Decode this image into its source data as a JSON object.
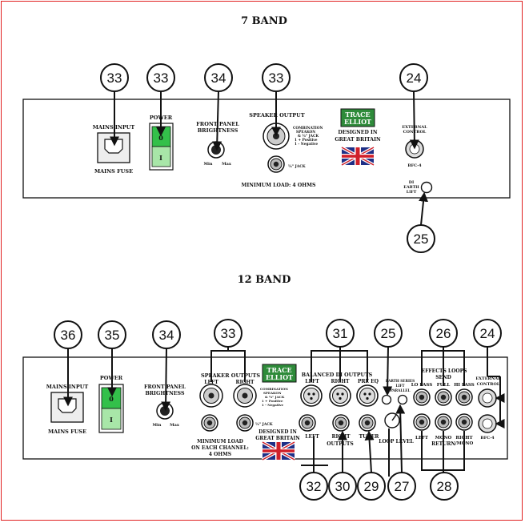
{
  "titles": {
    "band7": "7 BAND",
    "band12": "12 BAND"
  },
  "panel7": {
    "mains_input": "MAINS INPUT",
    "mains_fuse": "MAINS FUSE",
    "power": "POWER",
    "switch_0": "0",
    "switch_1": "I",
    "front_panel_1": "FRONT PANEL",
    "front_panel_2": "BRIGHTNESS",
    "min": "Min",
    "max": "Max",
    "speaker_output": "SPEAKER OUTPUT",
    "combination_1": "COMBINATION",
    "combination_2": "SPEAKON",
    "combination_3": "& ¼\" JACK",
    "combination_4": "1 + Positive",
    "combination_5": "1 - Negative",
    "jack": "¼\" JACK",
    "minimum_load": "MINIMUM LOAD: 4 OHMS",
    "logo_1": "TRACE",
    "logo_2": "ELLIOT",
    "designed_1": "DESIGNED IN",
    "designed_2": "GREAT BRITAIN",
    "external_1": "EXTERNAL",
    "external_2": "CONTROL",
    "bfc": "BFC-4",
    "di_1": "DI",
    "di_2": "EARTH",
    "di_3": "LIFT"
  },
  "panel12": {
    "mains_input": "MAINS INPUT",
    "mains_fuse": "MAINS FUSE",
    "power": "POWER",
    "switch_0": "0",
    "switch_1": "I",
    "front_panel_1": "FRONT PANEL",
    "front_panel_2": "BRIGHTNESS",
    "min": "Min",
    "max": "Max",
    "speaker_outputs": "SPEAKER OUTPUTS",
    "left": "LEFT",
    "right": "RIGHT",
    "combination_1": "COMBINATION",
    "combination_2": "SPEAKON",
    "combination_3": "& ¼\" JACK",
    "combination_4": "1 + Positive",
    "combination_5": "1 - Negative",
    "jack": "¼\" JACK",
    "minimum_load_1": "MINIMUM LOAD",
    "minimum_load_2": "ON EACH CHANNEL:",
    "minimum_load_3": "4 OHMS",
    "logo_1": "TRACE",
    "logo_2": "ELLIOT",
    "designed_1": "DESIGNED IN",
    "designed_2": "GREAT BRITAIN",
    "balanced": "BALANCED DI OUTPUTS",
    "bal_left": "LEFT",
    "bal_right": "RIGHT",
    "bal_preeq": "PRE EQ",
    "out_left": "LEFT",
    "out_right": "RIGHT",
    "outputs": "OUTPUTS",
    "tuner": "TUNER",
    "earth_1": "EARTH SERIES",
    "earth_2": "LIFT",
    "earth_3": "PARALLEL",
    "loop_level": "LOOP LEVEL",
    "effects_loops": "EFFECTS LOOPS",
    "send": "SEND",
    "lo_pass": "LO PASS",
    "full": "FULL",
    "hi_pass": "HI PASS",
    "ret_left": "LEFT",
    "mono": "MONO",
    "ret_right_1": "RIGHT",
    "ret_right_2": "/MONO",
    "return": "RETURN",
    "external_1": "EXTERNAL",
    "external_2": "CONTROL",
    "bfc": "BFC-4"
  },
  "callouts7": [
    "33",
    "33",
    "34",
    "33",
    "24",
    "25"
  ],
  "callouts12": [
    "36",
    "35",
    "34",
    "33",
    "31",
    "25",
    "26",
    "24",
    "32",
    "30",
    "29",
    "27",
    "28"
  ],
  "colors": {
    "border": "#e02020",
    "switch_green": "#33c04a",
    "switch_light": "#a8e6a8",
    "logo_green": "#2e8b3a",
    "flag_blue": "#1f2f86",
    "flag_red": "#d0202a"
  }
}
